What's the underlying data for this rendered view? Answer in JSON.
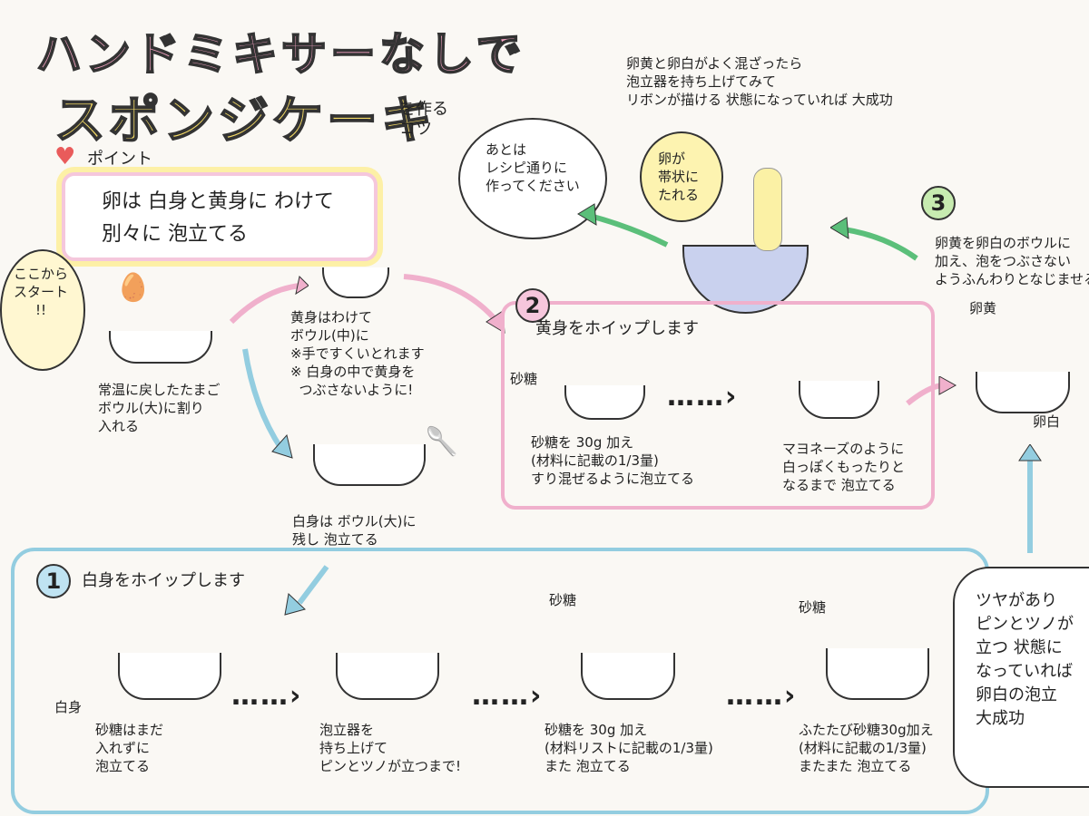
{
  "title": {
    "line1": "ハンドミキサーなしで",
    "line2": "スポンジケーキ",
    "suffix": "を作る\nコツ"
  },
  "point": {
    "label": "ポイント",
    "text": "卵は 白身と黄身に わけて\n別々に 泡立てる"
  },
  "start": {
    "bubble": "ここから\nスタート\n!!",
    "desc": "常温に戻したたまご\nボウル(大)に割り\n入れる"
  },
  "yolk_sep": {
    "desc": "黄身はわけて\nボウル(中)に\n※手ですくいとれます\n※ 白身の中で黄身を\n  つぶさないように!"
  },
  "white_sep": {
    "desc": "白身は ボウル(大)に\n残し 泡立てる"
  },
  "top_note": {
    "bubble": "あとは\nレシピ通りに\n作ってください",
    "finish": "卵黄と卵白がよく混ざったら\n泡立器を持ち上げてみて\nリボンが描ける 状態になっていれば 大成功",
    "drip_bubble": "卵が\n帯状に\nたれる"
  },
  "step2": {
    "num": "2",
    "heading": "黄身をホイップします",
    "sugar_label": "砂糖",
    "desc1": "砂糖を 30g 加え\n(材料に記載の1/3量)\nすり混ぜるように泡立てる",
    "desc2": "マヨネーズのように\n白っぽくもったりと\nなるまで 泡立てる",
    "arrow": "……›"
  },
  "step3": {
    "num": "3",
    "desc": "卵黄を卵白のボウルに\n加え、泡をつぶさない\nようふんわりとなじませる",
    "yolk_label": "卵黄",
    "white_label": "卵白"
  },
  "step1": {
    "num": "1",
    "heading": "白身をホイップします",
    "white_label": "白身",
    "desc1": "砂糖はまだ\n入れずに\n泡立てる",
    "desc2": "泡立器を\n持ち上げて\nピンとツノが立つまで!",
    "sugar1": "砂糖",
    "desc3": "砂糖を 30g 加え\n(材料リストに記載の1/3量)\nまた 泡立てる",
    "sugar2": "砂糖",
    "desc4": "ふたたび砂糖30g加え\n(材料に記載の1/3量)\nまたまた 泡立てる",
    "arrow": "……›"
  },
  "final_note": {
    "text": "ツヤがあり\nピンとツノが\n立つ 状態に\nなっていれば\n卵白の泡立\n大成功"
  },
  "colors": {
    "pink": "#f0b0cc",
    "yellow": "#fdf0a6",
    "blue": "#93cde0",
    "green": "#5bbf7a"
  }
}
